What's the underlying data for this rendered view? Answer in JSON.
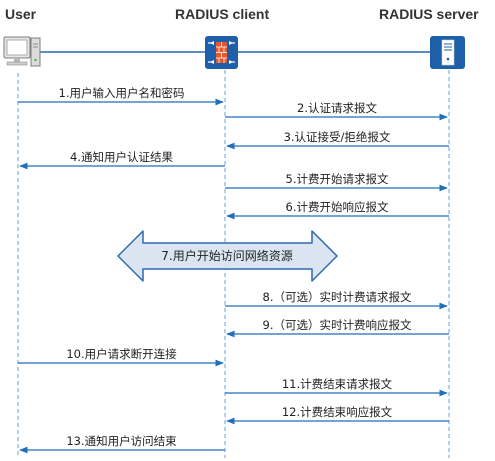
{
  "actors": [
    {
      "id": "user",
      "label": "User",
      "icon": "pc-icon"
    },
    {
      "id": "client",
      "label": "RADIUS client",
      "icon": "firewall-icon"
    },
    {
      "id": "server",
      "label": "RADIUS server",
      "icon": "server-icon"
    }
  ],
  "messages": [
    {
      "text": "1.用户输入用户名和密码",
      "from": "user",
      "to": "client"
    },
    {
      "text": "2.认证请求报文",
      "from": "client",
      "to": "server"
    },
    {
      "text": "3.认证接受/拒绝报文",
      "from": "server",
      "to": "client"
    },
    {
      "text": "4.通知用户认证结果",
      "from": "client",
      "to": "user"
    },
    {
      "text": "5.计费开始请求报文",
      "from": "client",
      "to": "server"
    },
    {
      "text": "6.计费开始响应报文",
      "from": "server",
      "to": "client"
    },
    {
      "text": "8.（可选）实时计费请求报文",
      "from": "client",
      "to": "server"
    },
    {
      "text": "9.（可选）实时计费响应报文",
      "from": "server",
      "to": "client"
    },
    {
      "text": "10.用户请求断开连接",
      "from": "user",
      "to": "client"
    },
    {
      "text": "11.计费结束请求报文",
      "from": "client",
      "to": "server"
    },
    {
      "text": "12.计费结束响应报文",
      "from": "server",
      "to": "client"
    },
    {
      "text": "13.通知用户访问结束",
      "from": "client",
      "to": "user"
    }
  ],
  "center_arrow": {
    "text": "7.用户开始访问网络资源",
    "from": "user",
    "to": "server"
  },
  "colors": {
    "arrow": "#1f6fbd",
    "lifeline": "#6aa0d8",
    "topline": "#2a64b0",
    "icon_blue": "#1d5fa8",
    "firewall_red": "#e8572b",
    "big_arrow_fill": "#dbe5f1",
    "big_arrow_stroke": "#2e6aae",
    "text": "#222222"
  }
}
